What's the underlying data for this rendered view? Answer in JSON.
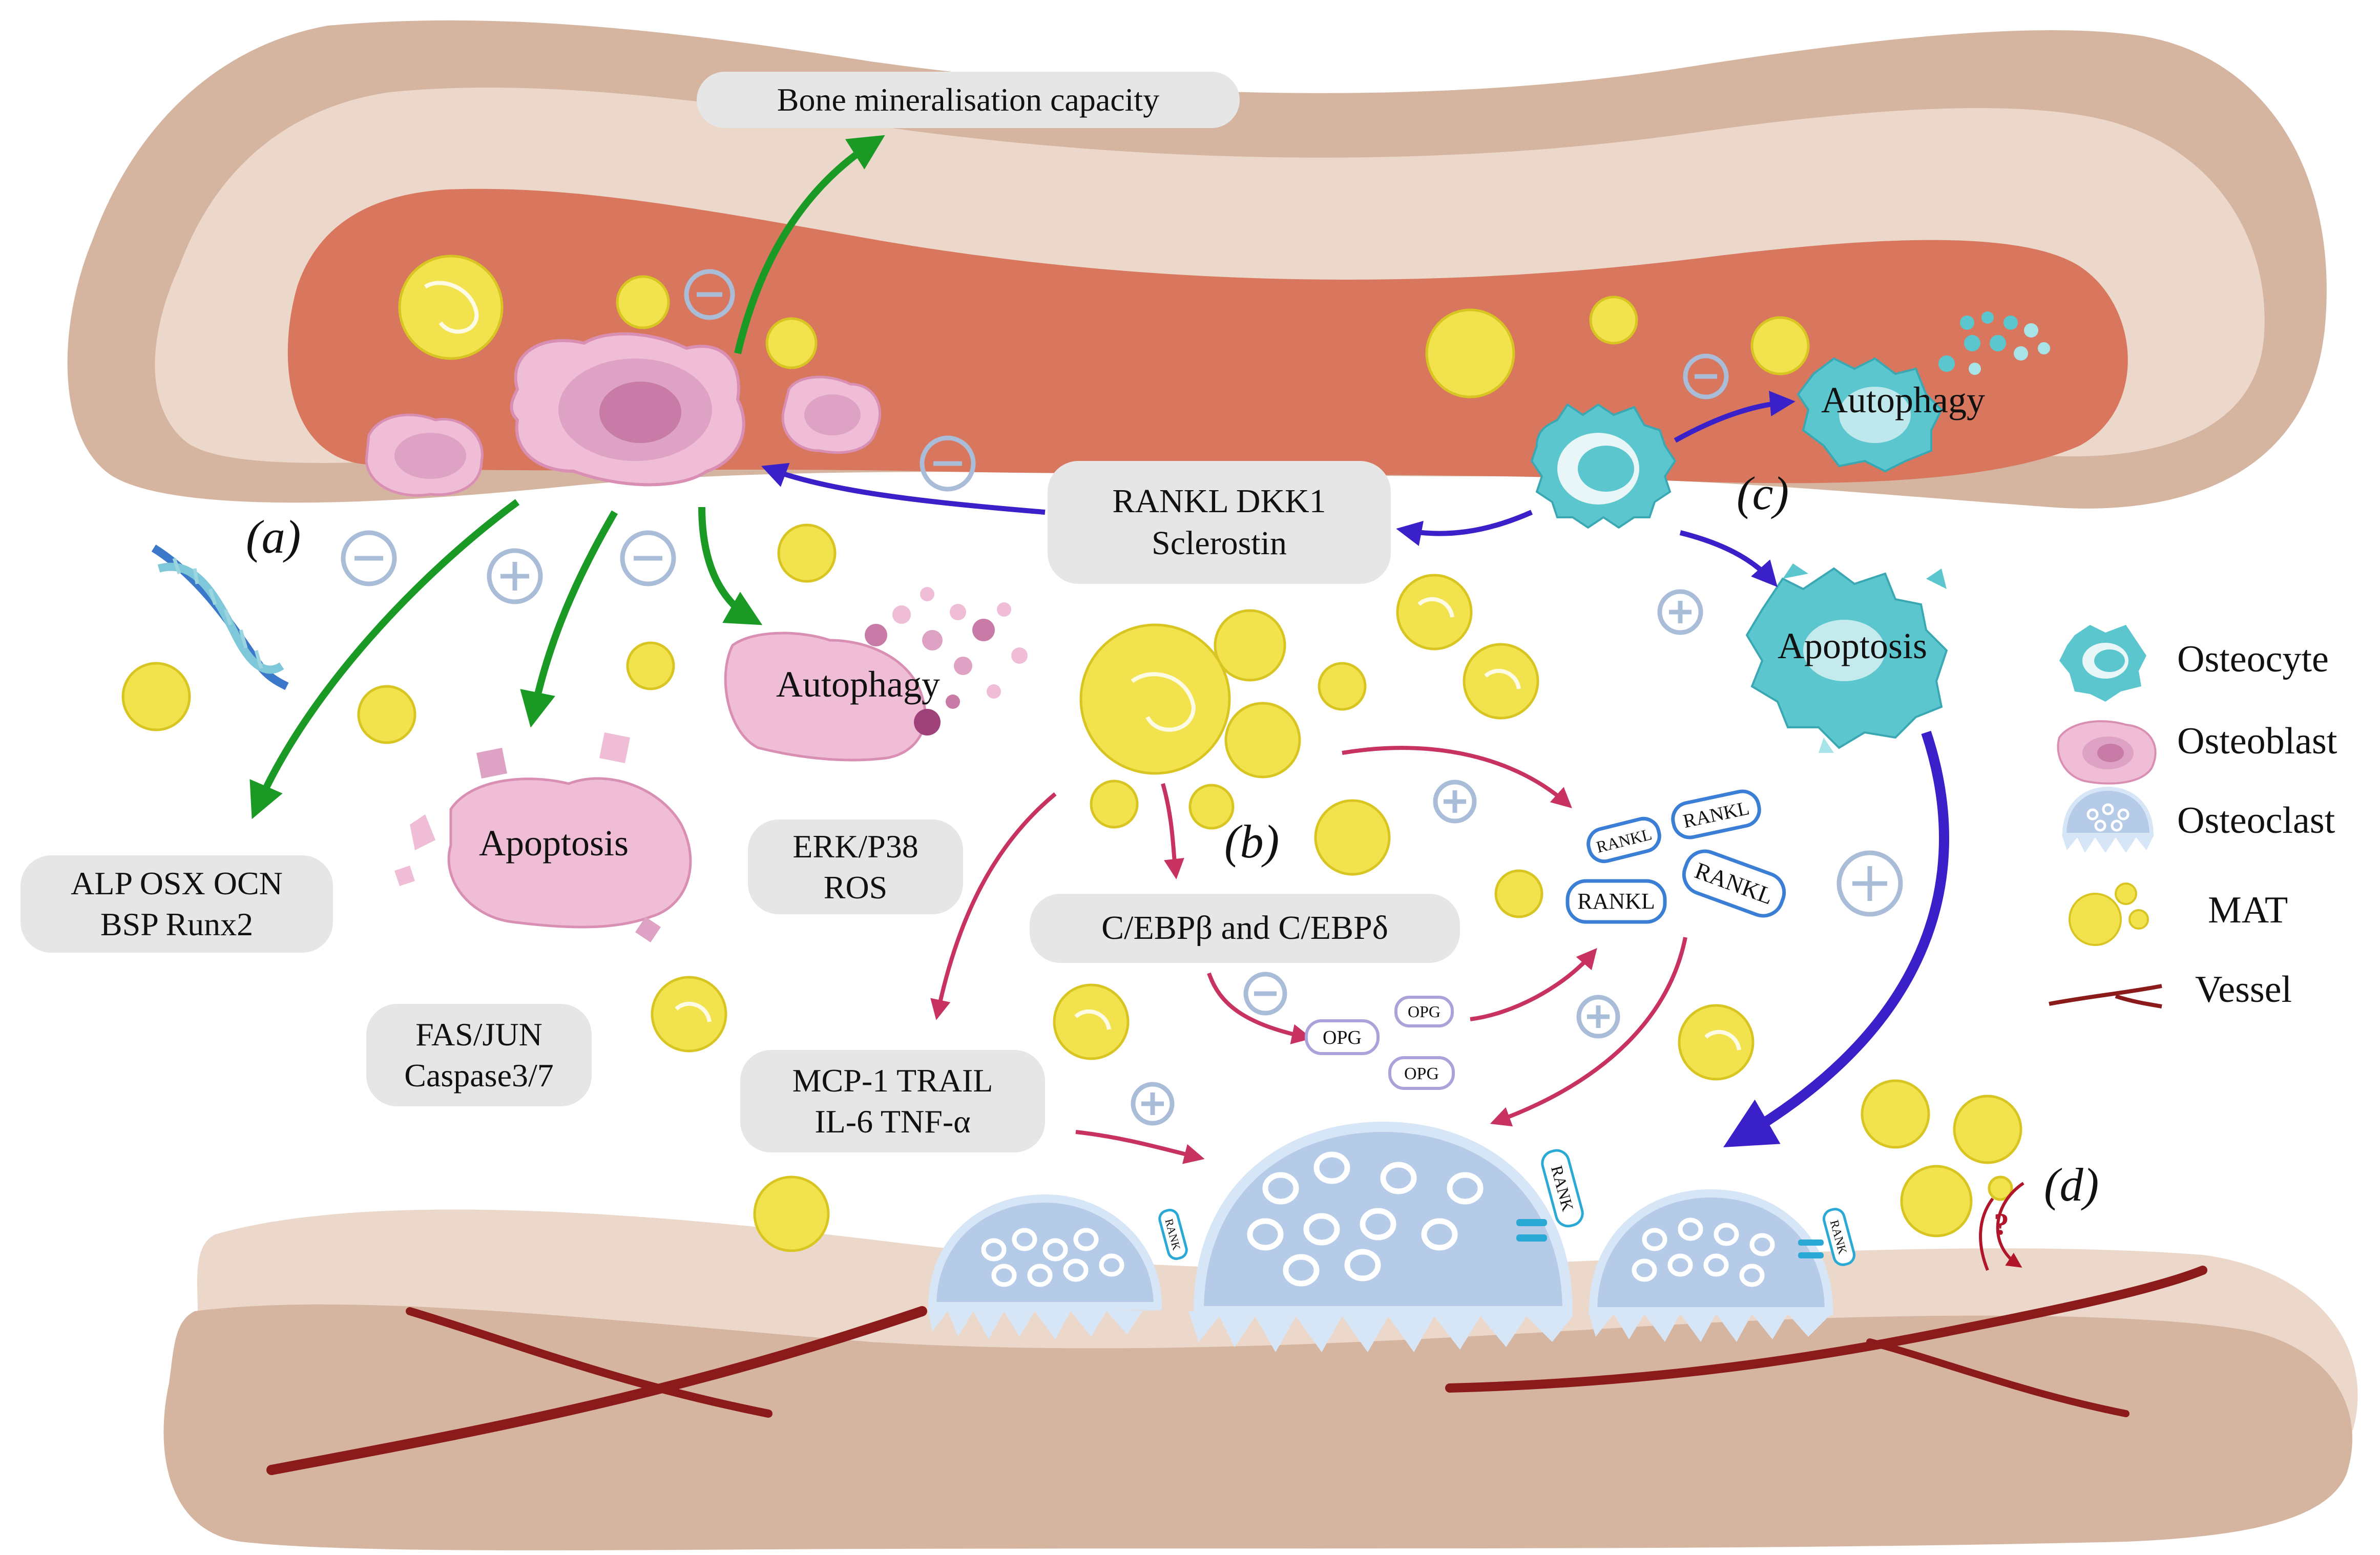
{
  "labels": {
    "bone_mineralisation": "Bone  mineralisation  capacity",
    "markers_line1": "ALP   OSX   OCN",
    "markers_line2": "BSP    Runx2",
    "erk_line1": "ERK/P38",
    "erk_line2": "ROS",
    "fas_line1": "FAS/JUN",
    "fas_line2": "Caspase3/7",
    "rankl_dkk_line1": "RANKL  DKK1",
    "rankl_dkk_line2": "Sclerostin",
    "cebp": "C/EBPβ and C/EBPδ",
    "mcp_line1": "MCP-1   TRAIL",
    "mcp_line2": "IL-6     TNF-α"
  },
  "process": {
    "autophagy_osteoblast": "Autophagy",
    "apoptosis_osteoblast": "Apoptosis",
    "autophagy_osteocyte": "Autophagy",
    "apoptosis_osteocyte": "Apoptosis"
  },
  "panels": {
    "a": "(a)",
    "b": "(b)",
    "c": "(c)",
    "d": "(d)"
  },
  "molecules": {
    "rankl": [
      "RANKL",
      "RANKL",
      "RANKL",
      "RANKL"
    ],
    "opg": [
      "OPG",
      "OPG",
      "OPG"
    ],
    "rank": [
      "RANK",
      "RANK",
      "RANK"
    ],
    "question": "?"
  },
  "legend": {
    "osteocyte": "Osteocyte",
    "osteoblast": "Osteoblast",
    "osteoclast": "Osteoclast",
    "mat": "MAT",
    "vessel": "Vessel"
  },
  "colors": {
    "bone_outer": "#d6b5a0",
    "bone_inner": "#ecd8cb",
    "marrow": "#d9775e",
    "osteoblast": "#efbdd5",
    "osteocyte": "#5cc6cf",
    "osteoclast": "#b5cbe8",
    "mat": "#f2e24e",
    "green_arrow": "#1a9a24",
    "purple_arrow": "#3a20c8",
    "crimson_arrow": "#c83260",
    "sign": "#a9bcd8",
    "vessel": "#8b1a1a"
  }
}
